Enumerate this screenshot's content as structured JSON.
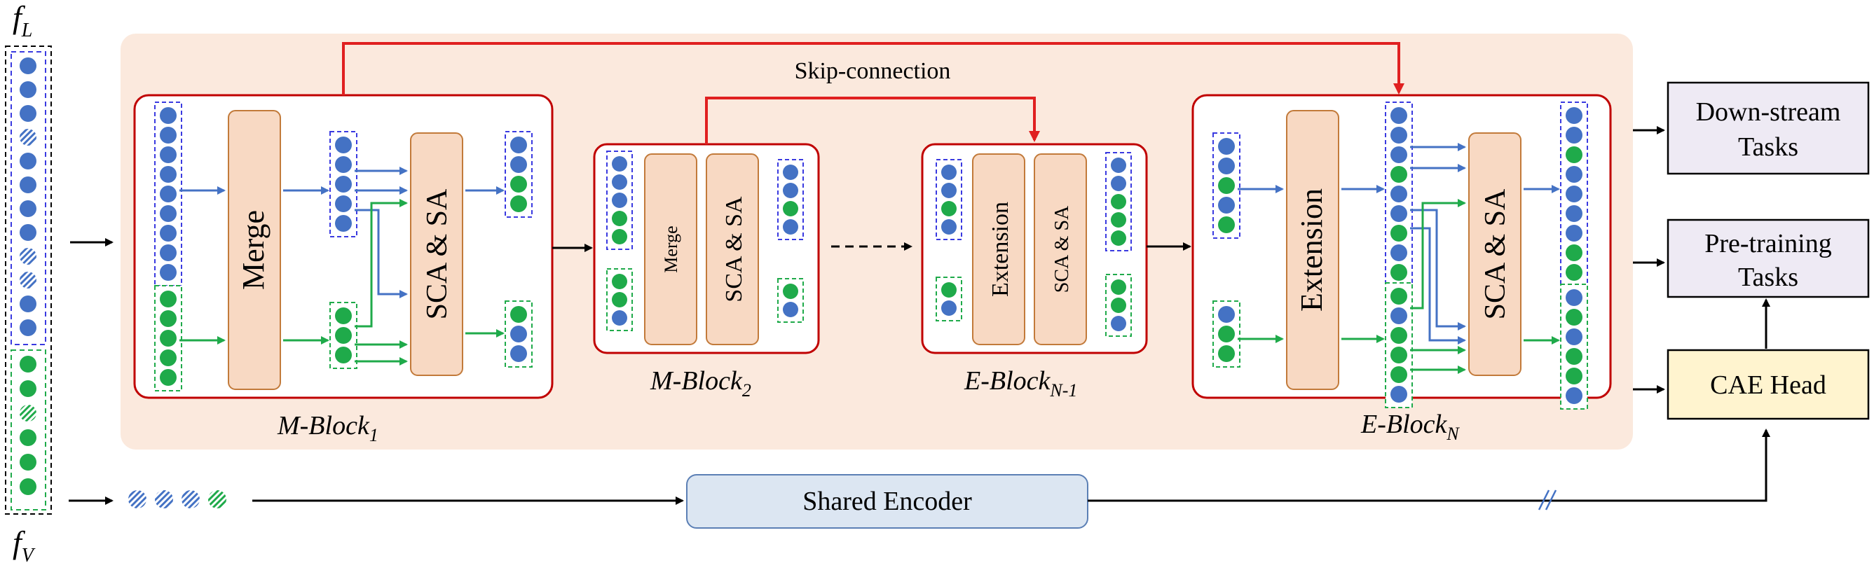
{
  "labels": {
    "f_l_main": "f",
    "f_l_sub": "L",
    "f_v_main": "f",
    "f_v_sub": "V",
    "skip_connection": "Skip-connection",
    "m_block_1_main": "M-Block",
    "m_block_1_sub": "1",
    "m_block_2_main": "M-Block",
    "m_block_2_sub": "2",
    "e_block_n1_main": "E-Block",
    "e_block_n1_sub": "N-1",
    "e_block_n_main": "E-Block",
    "e_block_n_sub": "N",
    "merge": "Merge",
    "extension": "Extension",
    "sca_sa": "SCA & SA",
    "shared_encoder": "Shared Encoder",
    "downstream_line1": "Down-stream",
    "downstream_line2": "Tasks",
    "pretraining_line1": "Pre-training",
    "pretraining_line2": "Tasks",
    "cae_head": "CAE Head"
  },
  "colors": {
    "blue_token": "#4472c4",
    "green_token": "#1faa4a",
    "background_panel": "#fbe9dd",
    "block_border": "#c00000",
    "op_fill": "#f8d9c3",
    "op_border": "#c27a3a",
    "skip_arrow": "#e02020",
    "blue_arrow": "#4472c4",
    "green_arrow": "#1faa4a",
    "encoder_fill": "#dce6f2",
    "encoder_border": "#5b7fb5",
    "task_fill": "#eeeaf4",
    "head_fill": "#fff4cf"
  }
}
